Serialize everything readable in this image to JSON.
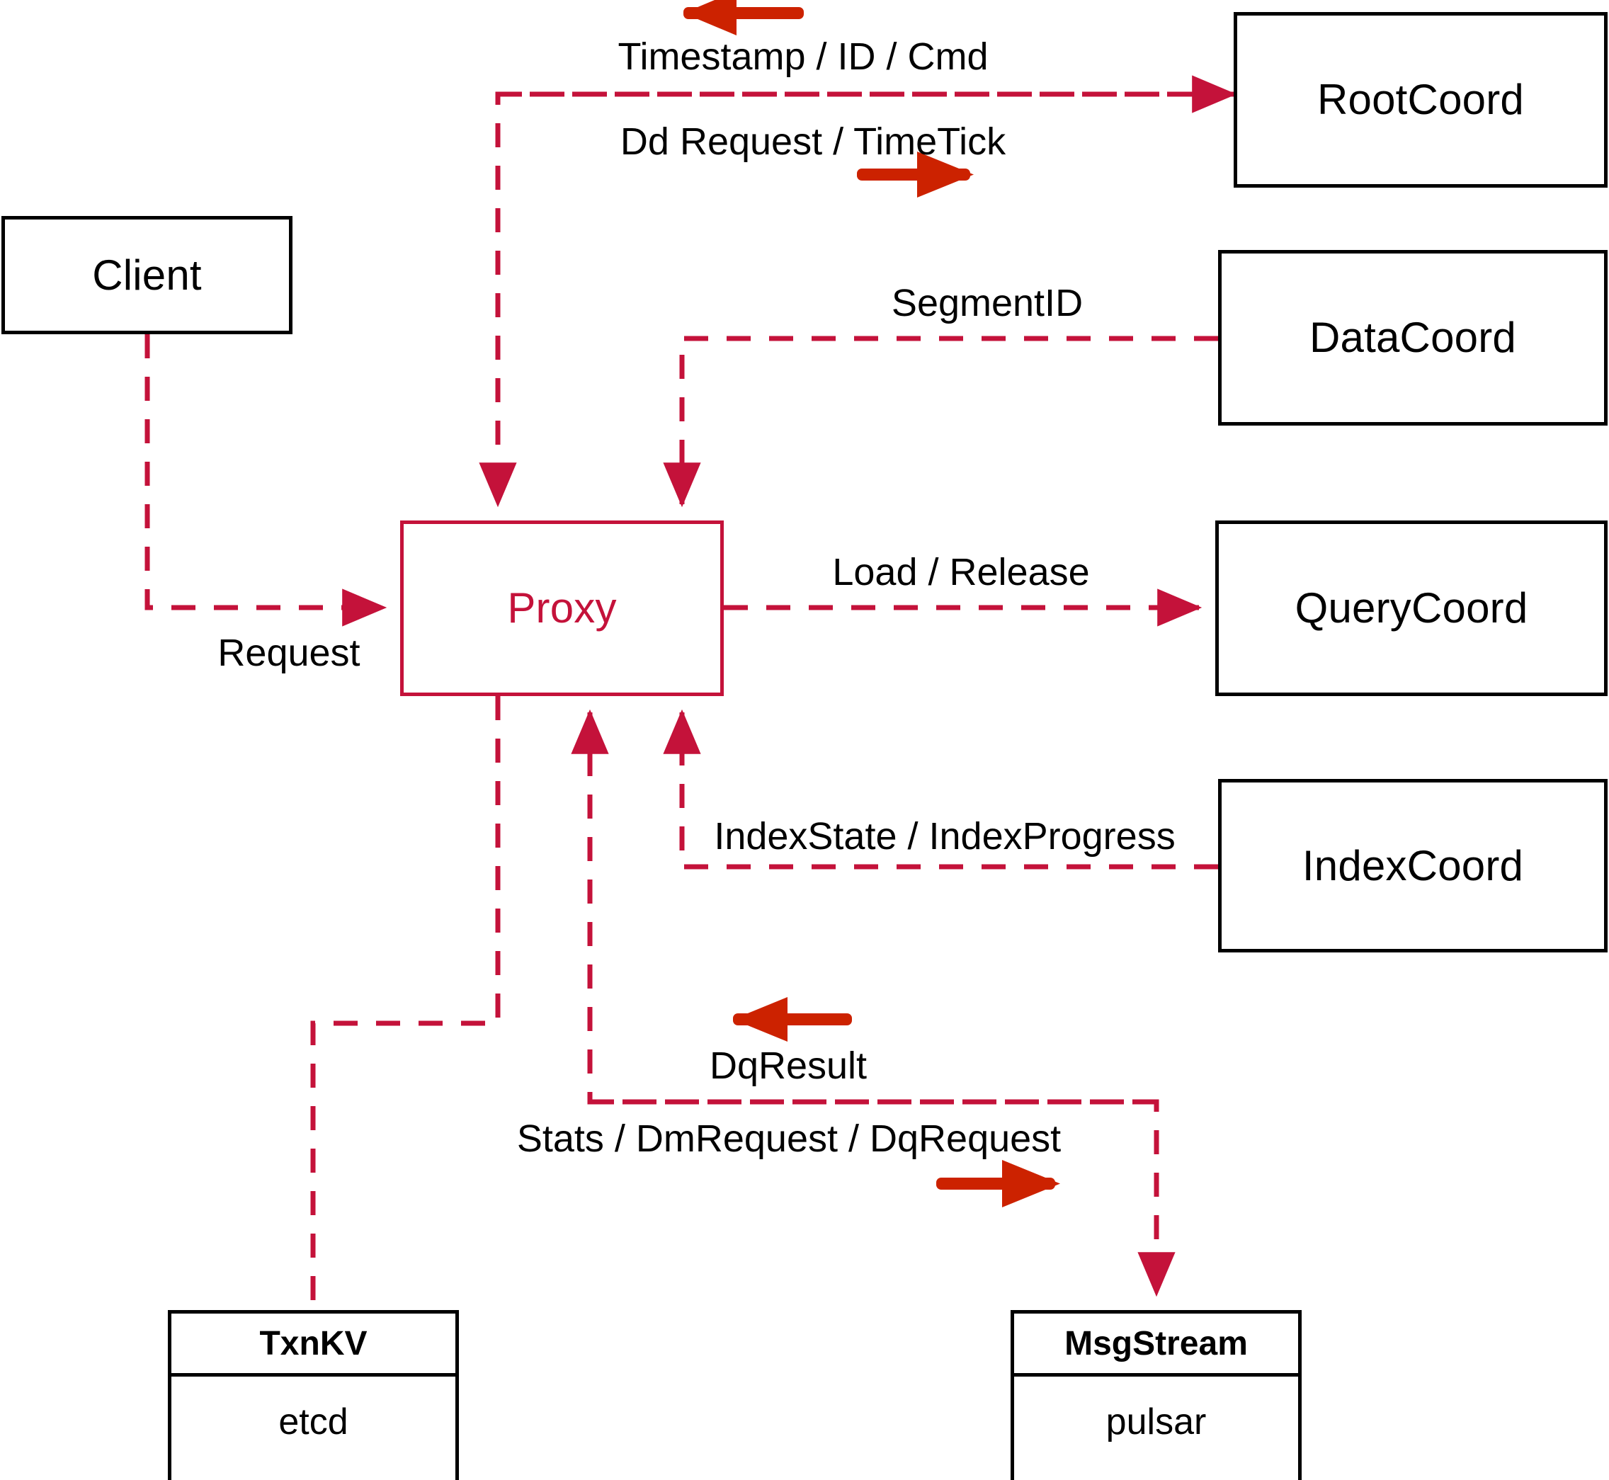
{
  "diagram": {
    "title": "Milvus Proxy interaction diagram",
    "colors": {
      "dashed_line": "#C4123A",
      "arrow_glyph": "#CC2200",
      "node_border": "#000000",
      "proxy_border": "#C4123A",
      "proxy_text": "#C4123A",
      "background": "#FFFFFF",
      "label_text": "#000000"
    }
  },
  "nodes": [
    {
      "id": "client",
      "label": "Client",
      "style": "black"
    },
    {
      "id": "proxy",
      "label": "Proxy",
      "style": "red"
    },
    {
      "id": "rootcoord",
      "label": "RootCoord",
      "style": "black"
    },
    {
      "id": "datacoord",
      "label": "DataCoord",
      "style": "black"
    },
    {
      "id": "querycoord",
      "label": "QueryCoord",
      "style": "black"
    },
    {
      "id": "indexcoord",
      "label": "IndexCoord",
      "style": "black"
    }
  ],
  "stack_nodes": [
    {
      "id": "txnkv",
      "header": "TxnKV",
      "body": "etcd"
    },
    {
      "id": "msgstream",
      "header": "MsgStream",
      "body": "pulsar"
    }
  ],
  "edge_labels": [
    {
      "id": "timestamp-id-cmd",
      "text": "Timestamp / ID / Cmd"
    },
    {
      "id": "dd-request-timetick",
      "text": "Dd Request / TimeTick"
    },
    {
      "id": "segmentid",
      "text": "SegmentID"
    },
    {
      "id": "request",
      "text": "Request"
    },
    {
      "id": "load-release",
      "text": "Load / Release"
    },
    {
      "id": "indexstate-indexprogress",
      "text": "IndexState / IndexProgress"
    },
    {
      "id": "dqresult",
      "text": "DqResult"
    },
    {
      "id": "stats-dmrequest-dqrequest",
      "text": "Stats / DmRequest / DqRequest"
    }
  ],
  "direction_arrows": [
    {
      "id": "timestamp-arrow",
      "direction": "left",
      "pairs_with": "Timestamp / ID / Cmd"
    },
    {
      "id": "ddrequest-arrow",
      "direction": "right",
      "pairs_with": "Dd Request / TimeTick"
    },
    {
      "id": "dqresult-arrow",
      "direction": "left",
      "pairs_with": "DqResult"
    },
    {
      "id": "dqrequest-arrow",
      "direction": "right",
      "pairs_with": "Stats / DmRequest / DqRequest"
    }
  ]
}
